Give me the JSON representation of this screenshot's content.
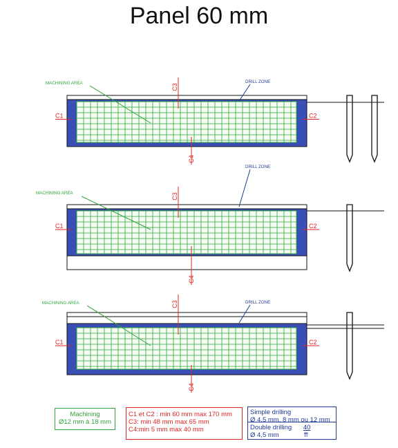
{
  "title": "Panel 60 mm",
  "labels": {
    "machining_area": "MACHINING AREA",
    "drill_zone": "DRILL ZONE",
    "c1": "C1",
    "c2": "C2",
    "c3": "C3",
    "c4": "C4"
  },
  "legend": {
    "machining": {
      "title": "Machining",
      "range": "Ø12 mm à 18 mm"
    },
    "constraints": [
      "C1 et C2 : min 60 mm max 170 mm",
      "C3: min 48 mm max 65 mm",
      "C4:min 5 mm max 40 mm"
    ],
    "simple_drilling": {
      "title": "Simple drilling",
      "sizes": "Ø 4,5 mm, 8 mm ou 12 mm"
    },
    "double_drilling": {
      "title": "Double drilling",
      "spacing": "40",
      "size": "Ø 4,5 mm"
    }
  },
  "colors": {
    "machining": "#2fa43a",
    "constraint": "#e02424",
    "drill": "#1f3a9a",
    "panel_fill": "#3a4fb5",
    "outline": "#111111"
  }
}
